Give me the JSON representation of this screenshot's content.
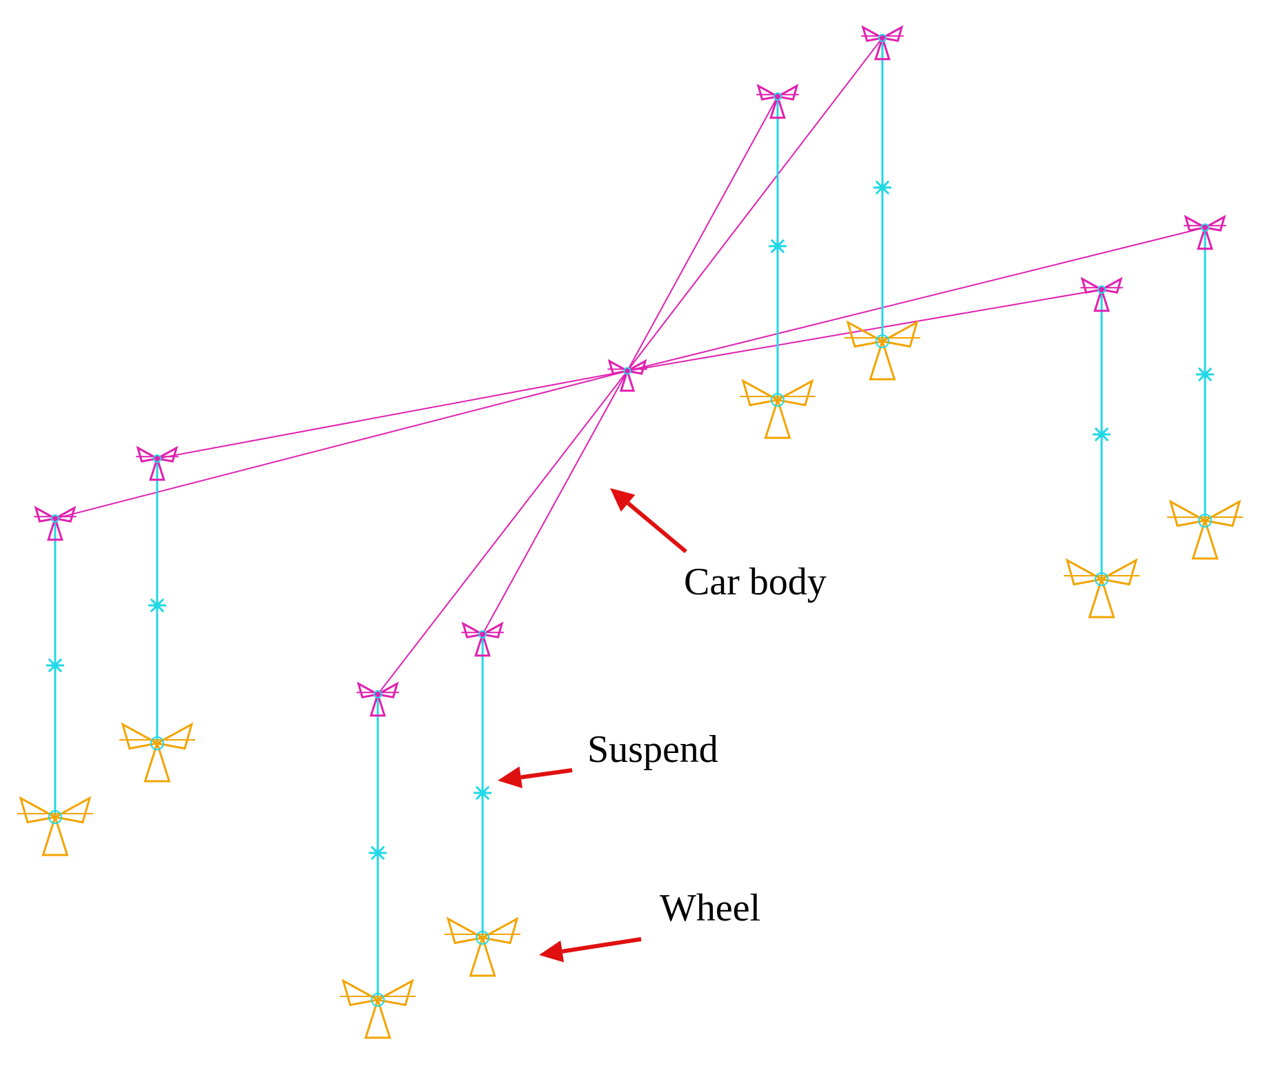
{
  "labels": {
    "car_body": "Car body",
    "suspend": "Suspend",
    "wheel": "Wheel"
  },
  "colors": {
    "body_links": "#e020b0",
    "suspension": "#22d8e6",
    "wheel": "#f2a400",
    "arrow": "#e01010",
    "text": "#000000"
  },
  "icons": {
    "body_mount": "triskelion-marker",
    "wheel": "triskelion-marker",
    "spring": "asterisk-marker",
    "arrow": "arrow-marker"
  }
}
